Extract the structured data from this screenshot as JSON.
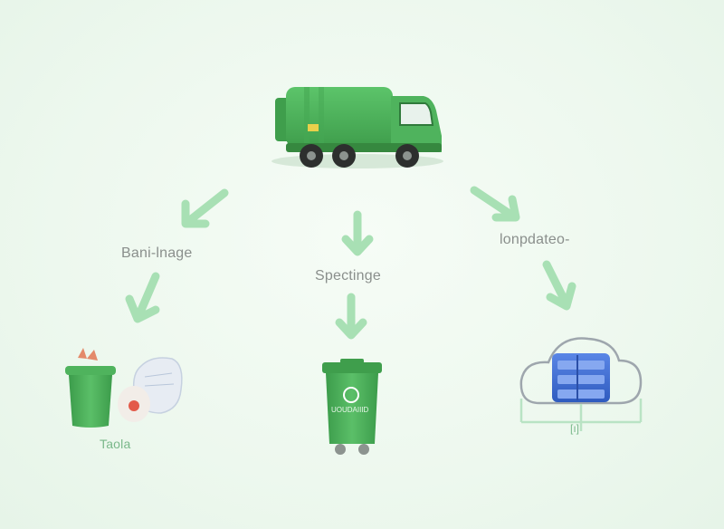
{
  "diagram": {
    "branches": [
      {
        "label": "Bani-lnage"
      },
      {
        "label": "Spectinge"
      },
      {
        "label": "lonpdateo-"
      }
    ],
    "left_caption": "Taola",
    "bin_label": "UOUDAIIID",
    "cloud_caption": "[ı]",
    "colors": {
      "truck": "#4caf5a",
      "truck_dark": "#3a9148",
      "arrow": "#a8e0b4",
      "server": "#3f6fd1",
      "label": "#8a8f8c"
    }
  }
}
